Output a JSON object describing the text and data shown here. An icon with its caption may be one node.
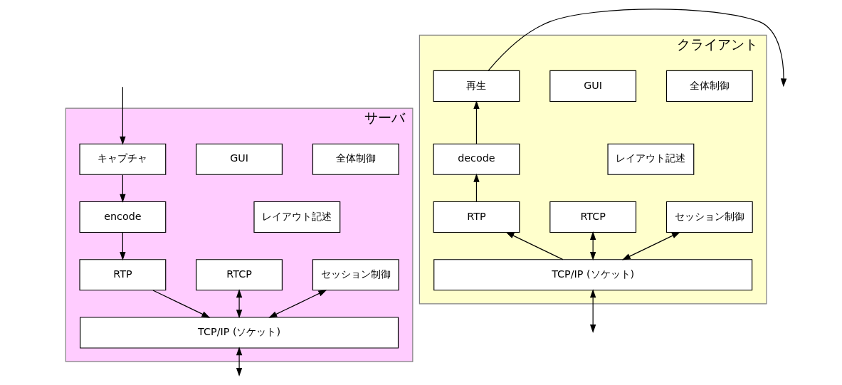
{
  "diagram": {
    "nodes": [
      {
        "text": [
          "サーバ"
        ]
      },
      {
        "text": [
          "キャプチャ"
        ],
        "in": 0
      },
      {
        "text": [
          "GUI"
        ],
        "in": 0
      },
      {
        "text": [
          "全体制御"
        ],
        "in": 0
      },
      {
        "text": [
          "encode"
        ],
        "in": 0
      },
      {
        "text": [
          "レイアウト記述"
        ],
        "in": 0
      },
      {
        "text": [
          "RTP"
        ],
        "in": 0
      },
      {
        "text": [
          "RTCP"
        ],
        "in": 0
      },
      {
        "text": [
          "セッション制御"
        ],
        "in": 0
      },
      {
        "text": [
          "TCP/IP (ソケット)"
        ],
        "in": 0
      },
      {
        "text": [
          "クライアント"
        ]
      },
      {
        "text": [
          "再生"
        ],
        "in": 10
      },
      {
        "text": [
          "GUI"
        ],
        "in": 10
      },
      {
        "text": [
          "全体制御"
        ],
        "in": 10
      },
      {
        "text": [
          "decode"
        ],
        "in": 10
      },
      {
        "text": [
          "レイアウト記述"
        ],
        "in": 10
      },
      {
        "text": [
          "RTP"
        ],
        "in": 10
      },
      {
        "text": [
          "RTCP"
        ],
        "in": 10
      },
      {
        "text": [
          "セッション制御"
        ],
        "in": 10
      },
      {
        "text": [
          "TCP/IP (ソケット)"
        ],
        "in": 10
      }
    ],
    "edges": [
      {
        "from": null,
        "to": 1,
        "arrow": "to"
      },
      {
        "from": 1,
        "to": 4,
        "arrow": "to"
      },
      {
        "from": 4,
        "to": 6,
        "arrow": "to"
      },
      {
        "from": 6,
        "to": 9,
        "arrow": "to"
      },
      {
        "from": 7,
        "to": 9,
        "arrow": "both"
      },
      {
        "from": 8,
        "to": 9,
        "arrow": "both"
      },
      {
        "from": 9,
        "to": null,
        "arrow": "both"
      },
      {
        "from": 11,
        "to": null,
        "arrow": "to"
      },
      {
        "from": 14,
        "to": 11,
        "arrow": "to"
      },
      {
        "from": 16,
        "to": 14,
        "arrow": "to"
      },
      {
        "from": 19,
        "to": 16,
        "arrow": "to"
      },
      {
        "from": 17,
        "to": 19,
        "arrow": "both"
      },
      {
        "from": 18,
        "to": 19,
        "arrow": "both"
      },
      {
        "from": 19,
        "to": null,
        "arrow": "both"
      }
    ]
  }
}
